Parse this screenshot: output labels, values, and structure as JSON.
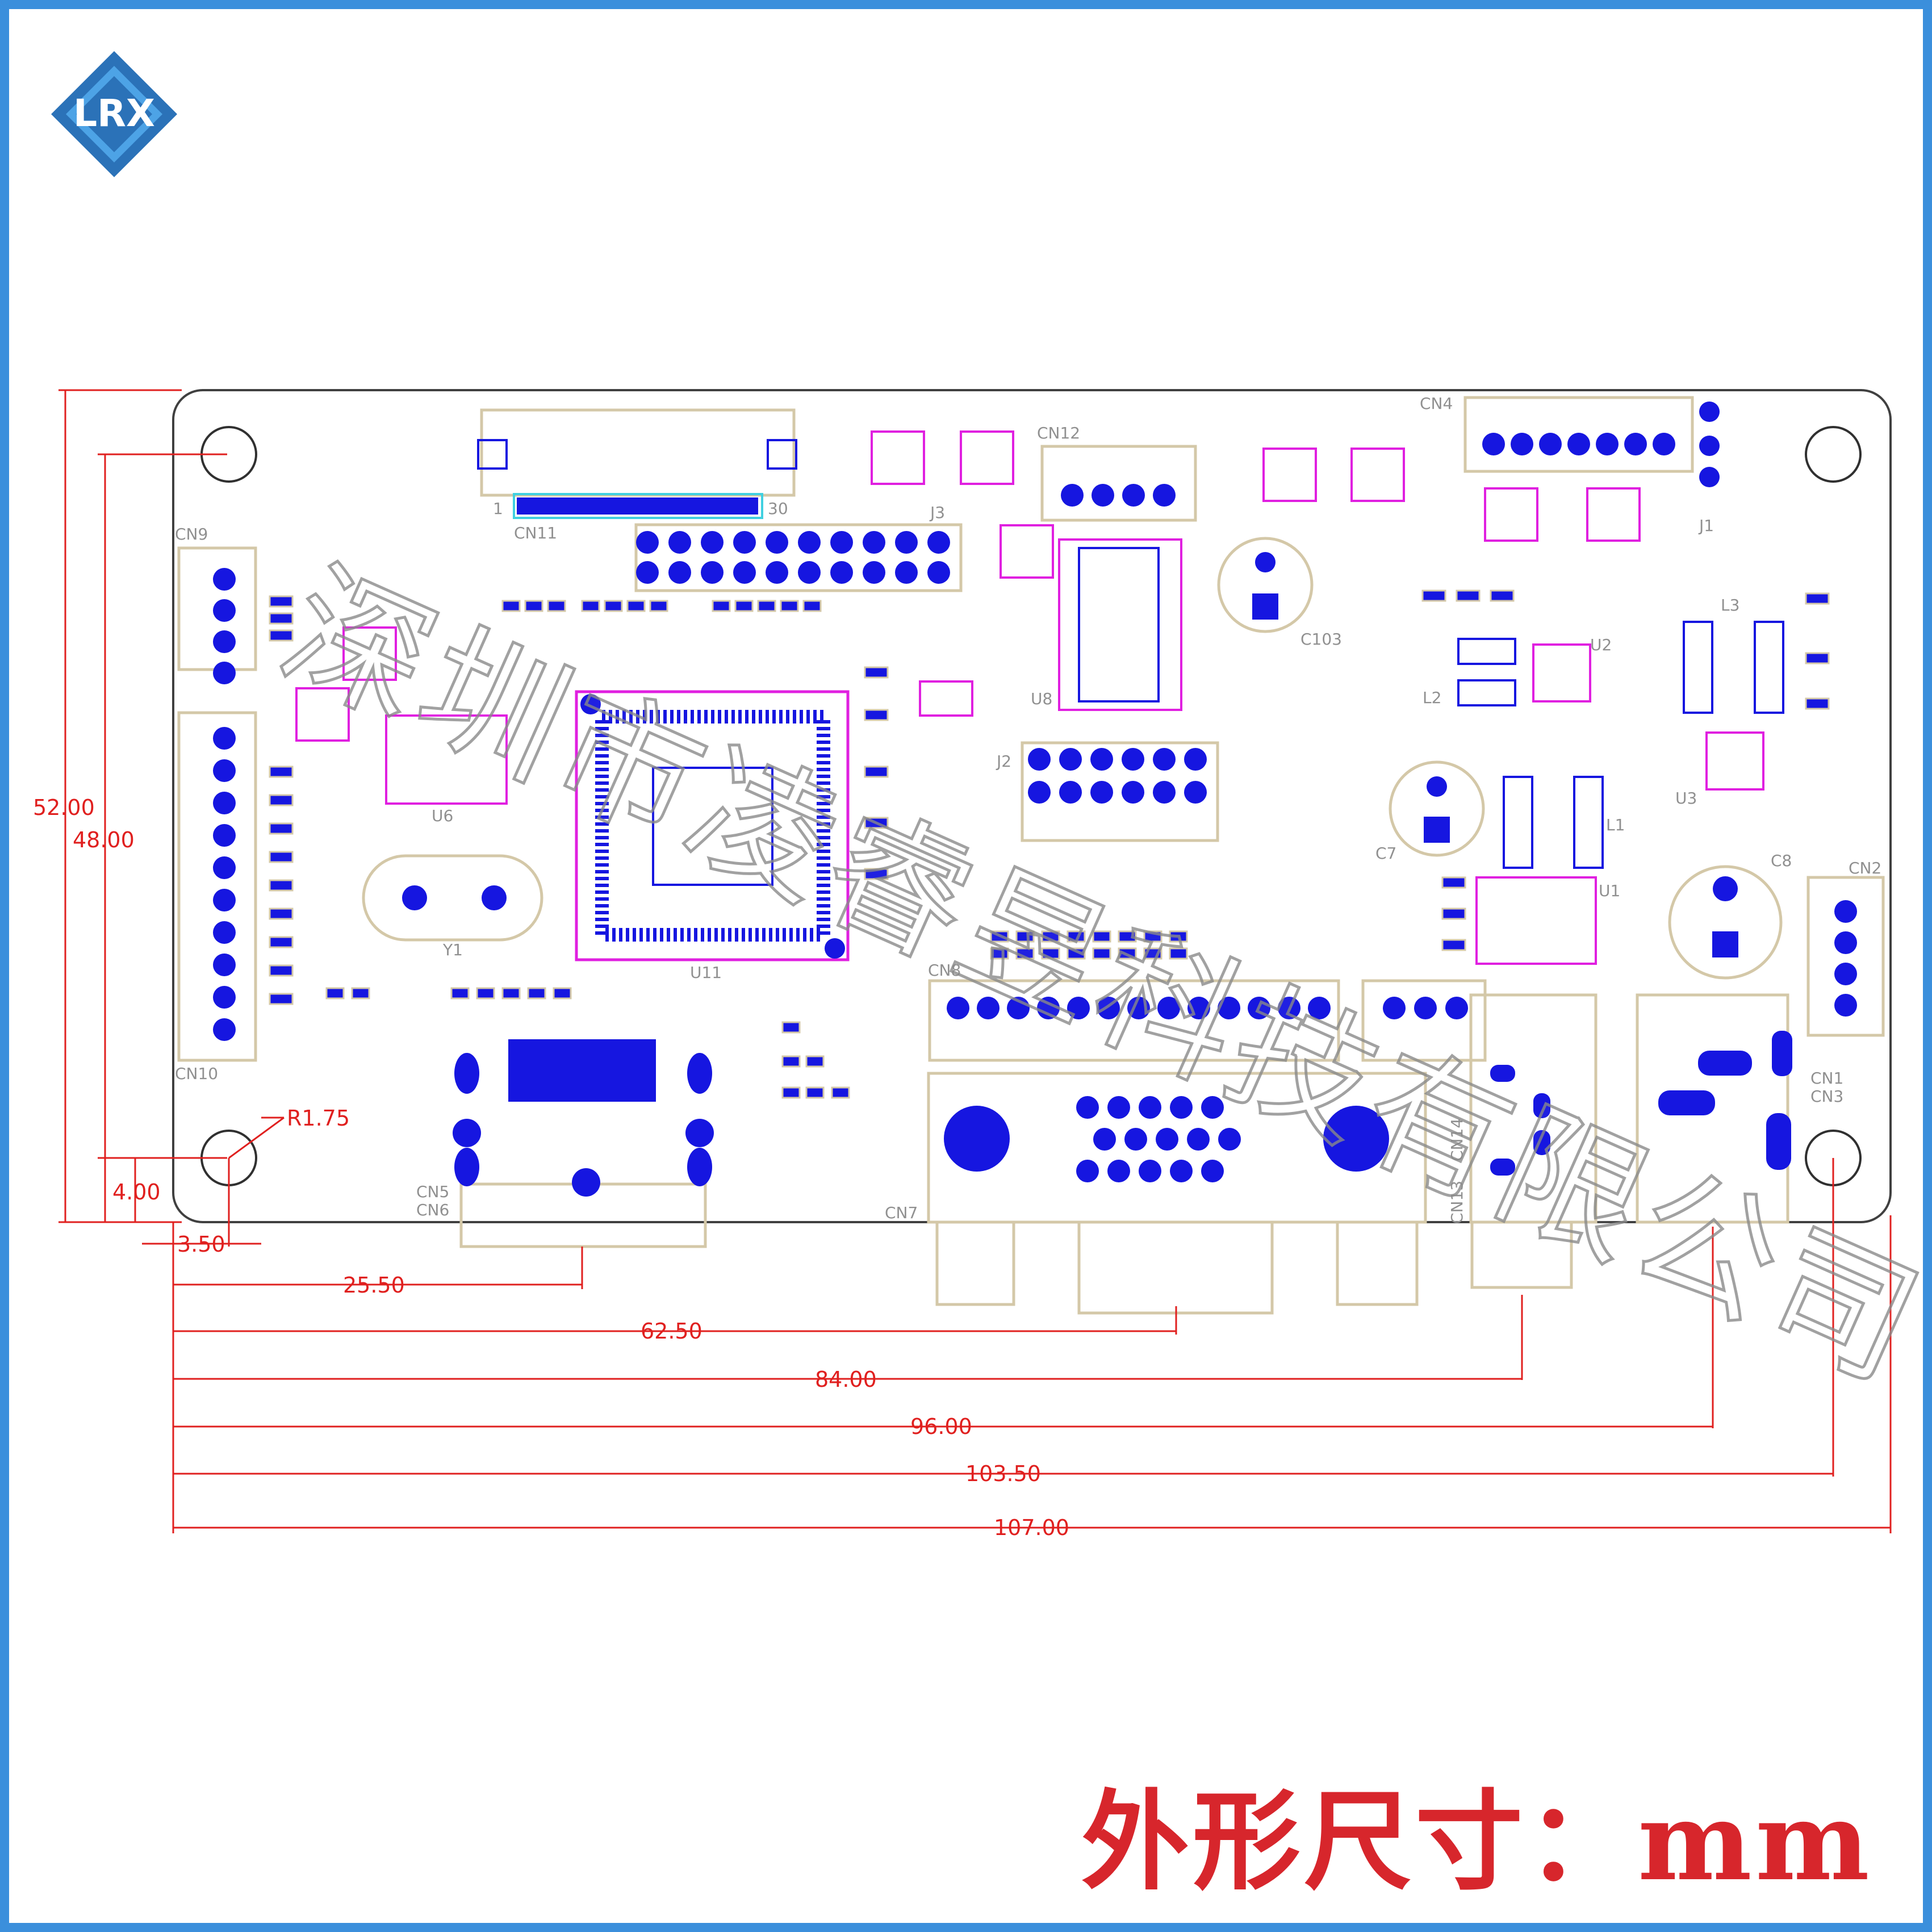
{
  "brand": {
    "logo_text": "LRX",
    "watermark": "深圳市凌睿昱科技有限公司"
  },
  "footer": {
    "title": "外形尺寸：mm"
  },
  "dimensions": {
    "height_outer": "52.00",
    "height_holes": "48.00",
    "corner_radius": "R1.75",
    "hole_offset_y": "4.00",
    "hole_offset_x": "3.50",
    "d_25_50": "25.50",
    "d_62_50": "62.50",
    "d_84_00": "84.00",
    "d_96_00": "96.00",
    "d_103_50": "103.50",
    "d_107_00": "107.00"
  },
  "designators": {
    "cn11": "CN11",
    "cn11_pin1": "1",
    "cn11_pin30": "30",
    "cn12": "CN12",
    "cn4": "CN4",
    "j1": "J1",
    "j3": "J3",
    "cn9": "CN9",
    "cn10": "CN10",
    "u6": "U6",
    "y1": "Y1",
    "u11": "U11",
    "u8": "U8",
    "c103": "C103",
    "l2": "L2",
    "u2": "U2",
    "l3": "L3",
    "u3": "U3",
    "j2": "J2",
    "c7": "C7",
    "l1": "L1",
    "c8": "C8",
    "u1": "U1",
    "cn2": "CN2",
    "cn8": "CN8",
    "cn7": "CN7",
    "cn5": "CN5",
    "cn6": "CN6",
    "cn14": "CN14",
    "cn13": "CN13",
    "cn1": "CN1",
    "cn3": "CN3"
  },
  "colors": {
    "frame": "#3b8fdc",
    "dimension": "#e0201f",
    "pad": "#1616e0",
    "silk": "#d4c8a8",
    "board_outline": "#404040",
    "accent_pink": "#e020e0",
    "title": "#d7262c"
  }
}
